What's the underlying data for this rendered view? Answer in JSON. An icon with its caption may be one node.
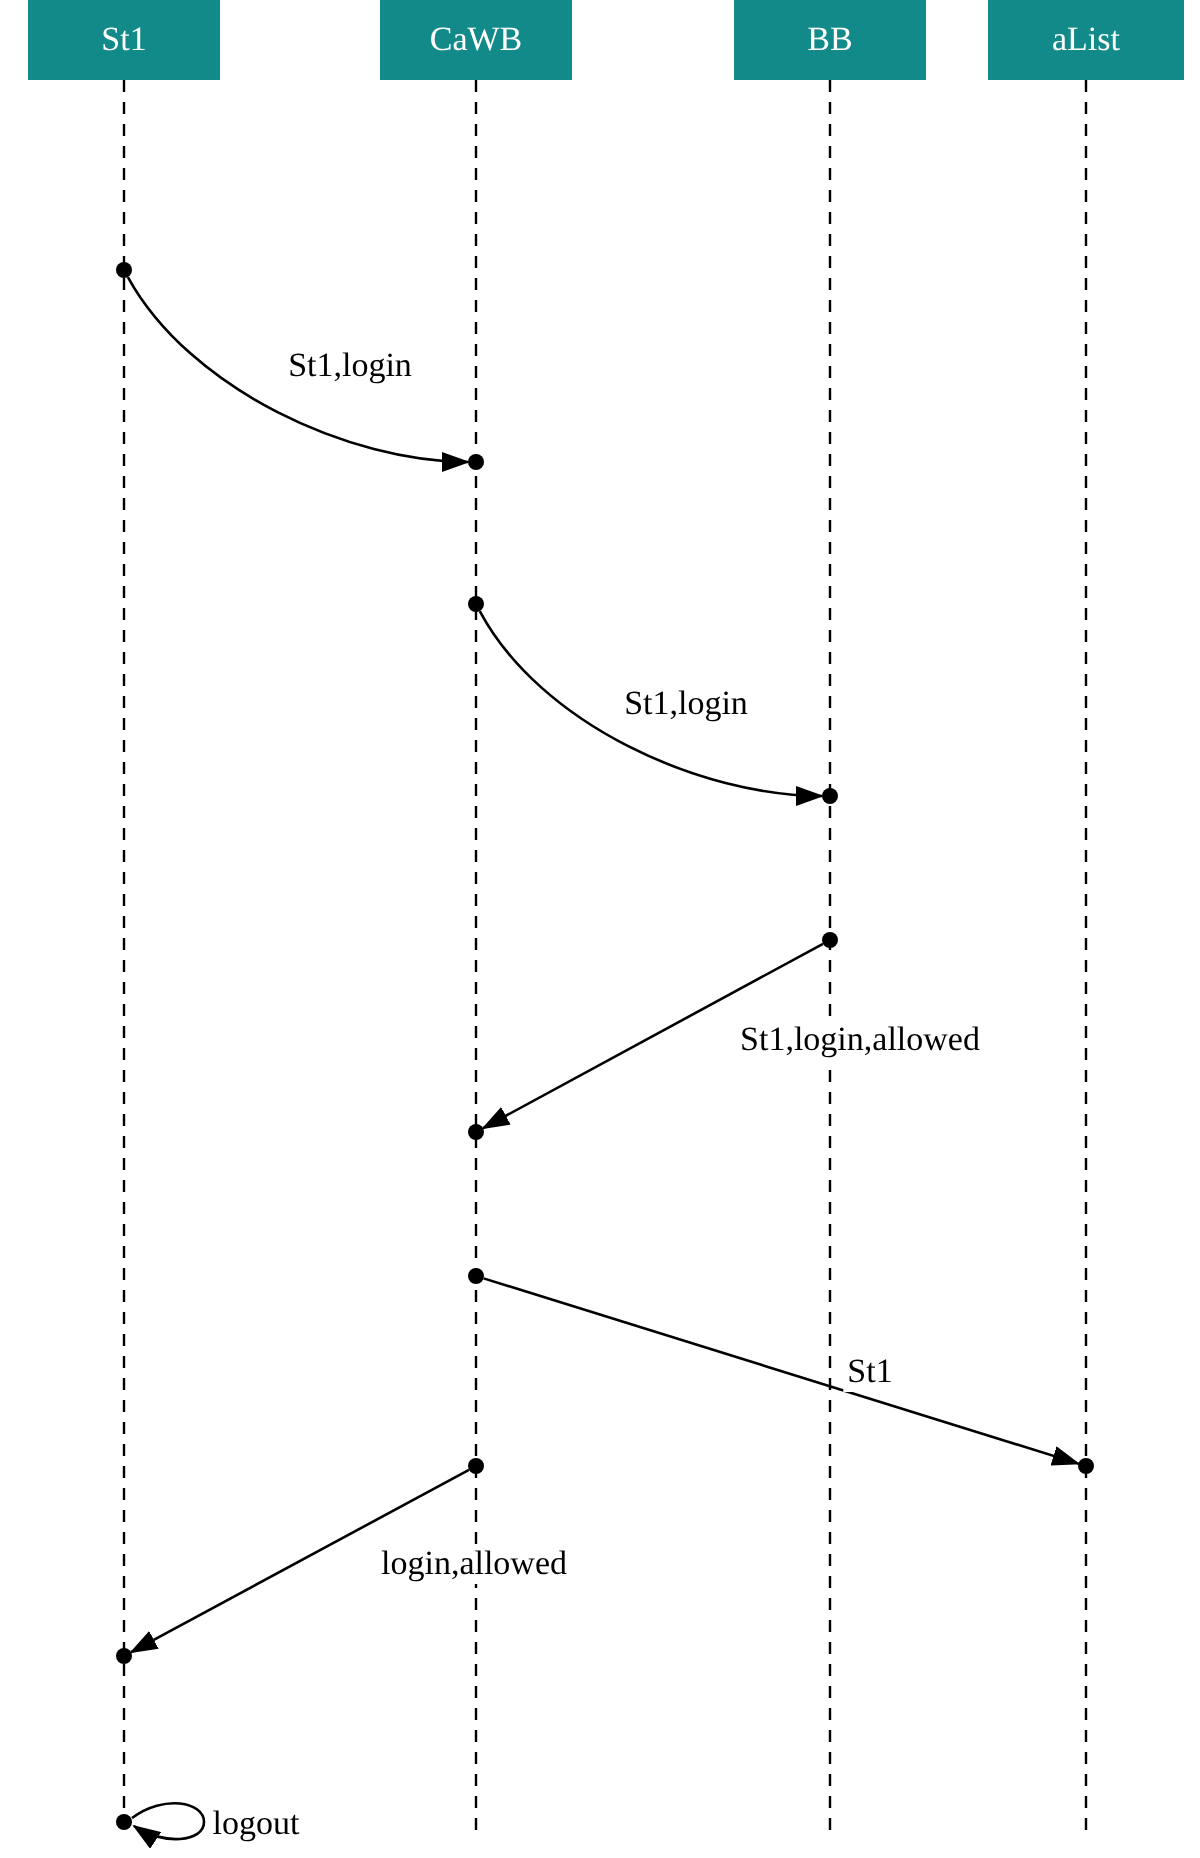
{
  "diagram": {
    "nodes": [
      {
        "text": [
          "St1"
        ]
      },
      {
        "text": [
          "CaWB"
        ]
      },
      {
        "text": [
          "BB"
        ]
      },
      {
        "text": [
          "aList"
        ]
      },
      {
        "text": [],
        "shape": "circle"
      },
      {
        "text": [],
        "shape": "circle"
      },
      {
        "text": [],
        "shape": "circle"
      },
      {
        "text": [],
        "shape": "circle"
      },
      {
        "text": [],
        "shape": "circle"
      },
      {
        "text": [],
        "shape": "circle"
      },
      {
        "text": [],
        "shape": "circle"
      },
      {
        "text": [],
        "shape": "circle"
      },
      {
        "text": [],
        "shape": "circle"
      },
      {
        "text": [],
        "shape": "circle"
      },
      {
        "text": [],
        "shape": "circle"
      }
    ],
    "edges": [
      {
        "from": 4,
        "to": 5,
        "arrow": "to",
        "label": "St1,login"
      },
      {
        "from": 6,
        "to": 7,
        "arrow": "to",
        "label": "St1,login"
      },
      {
        "from": 8,
        "to": 9,
        "arrow": "to",
        "label": "St1,login,allowed"
      },
      {
        "from": 10,
        "to": 11,
        "arrow": "to",
        "label": "St1"
      },
      {
        "from": 12,
        "to": 13,
        "arrow": "to",
        "label": "login,allowed"
      },
      {
        "from": 14,
        "to": 14,
        "arrow": "to",
        "label": "logout"
      },
      {
        "from": 0,
        "to": 14,
        "arrow": "none",
        "style": "dashed"
      },
      {
        "from": 1,
        "to": null,
        "arrow": "none",
        "style": "dashed"
      },
      {
        "from": 2,
        "to": null,
        "arrow": "none",
        "style": "dashed"
      },
      {
        "from": 3,
        "to": null,
        "arrow": "none",
        "style": "dashed"
      }
    ]
  }
}
